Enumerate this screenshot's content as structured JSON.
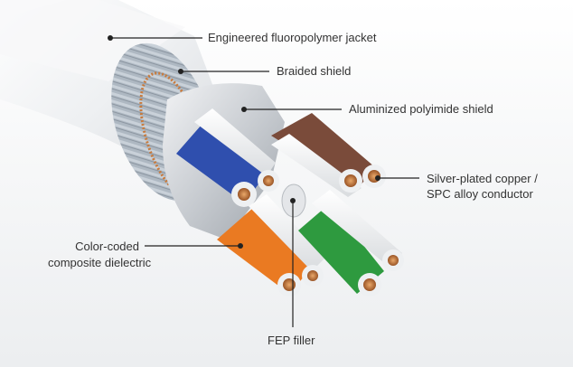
{
  "labels": {
    "jacket": "Engineered fluoropolymer jacket",
    "braid": "Braided shield",
    "polyimide": "Aluminized polyimide shield",
    "conductor_line1": "Silver-plated copper /",
    "conductor_line2": "SPC alloy conductor",
    "dielectric_line1": "Color-coded",
    "dielectric_line2": "composite dielectric",
    "filler": "FEP filler"
  },
  "colors": {
    "jacket": "#eef0f2",
    "braid": "#a9b3bd",
    "foil": "#d4d8dc",
    "copper": "#c87a3c",
    "blue": "#2f4fae",
    "brown": "#7a4b3a",
    "green": "#2e9a3f",
    "orange": "#ea7a22",
    "leader": "#222222"
  }
}
